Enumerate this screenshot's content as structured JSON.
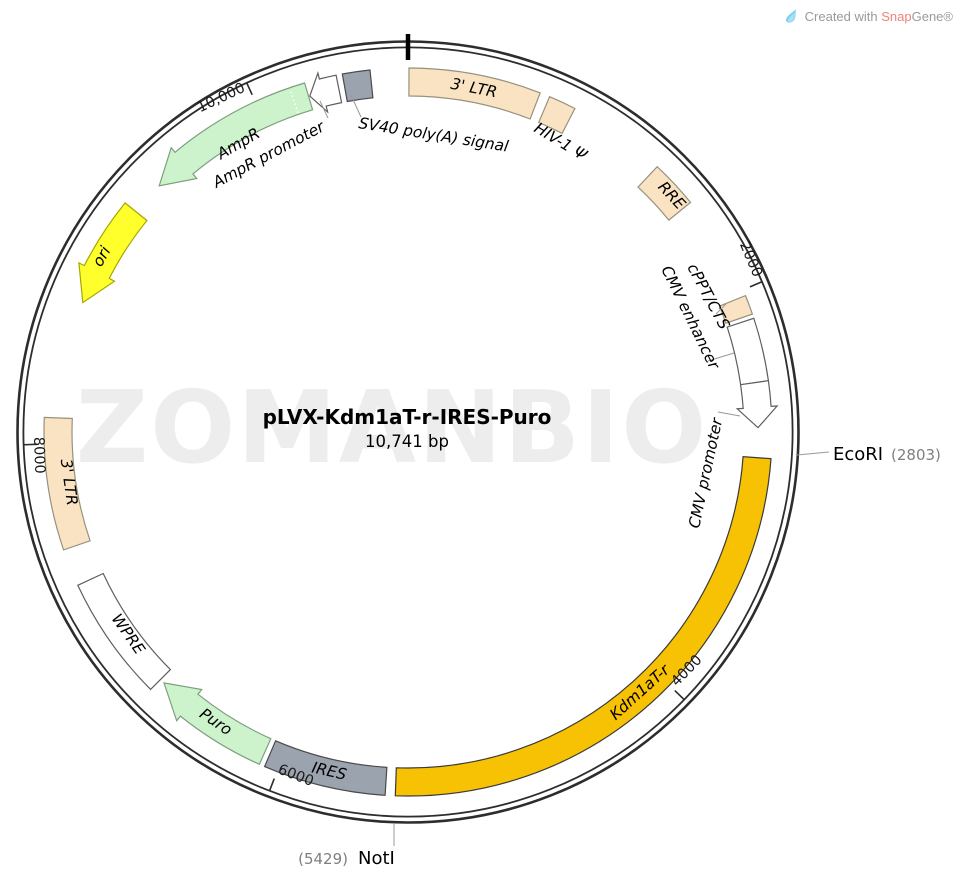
{
  "credit": {
    "prefix": "Created with ",
    "brand_a": "Snap",
    "brand_b": "Gene®"
  },
  "watermark": "ZOMANBIO",
  "title": {
    "name": "pLVX-Kdm1aT-r-IRES-Puro",
    "size": "10,741 bp"
  },
  "features": [
    {
      "label": "3' LTR",
      "shape": "box",
      "direction": "none",
      "start_deg": 0.15,
      "end_deg": 21.3,
      "fill": "#FAE3C3",
      "stroke": "#97917E"
    },
    {
      "label": "HIV-1 Ψ",
      "shape": "box",
      "direction": "none",
      "start_deg": 22.9,
      "end_deg": 27.3,
      "fill": "#FAE3C3",
      "stroke": "#97917E"
    },
    {
      "label": "RRE",
      "shape": "box",
      "direction": "none",
      "start_deg": 43.2,
      "end_deg": 50.9,
      "fill": "#FAE3C3",
      "stroke": "#97917E"
    },
    {
      "label": "cPPT/CTS",
      "shape": "box",
      "direction": "none",
      "start_deg": 68.0,
      "end_deg": 71.1,
      "fill": "#FAE3C3",
      "stroke": "#97917E"
    },
    {
      "label": "CMV enhancer",
      "shape": "box",
      "direction": "none",
      "start_deg": 71.8,
      "end_deg": 81.9,
      "fill": "#FFFFFF",
      "stroke": "#5E5E5E"
    },
    {
      "label": "CMV promoter",
      "shape": "arrow",
      "direction": "cw",
      "start_deg": 81.9,
      "end_deg": 89.3,
      "fill": "#FFFFFF",
      "stroke": "#5E5E5E"
    },
    {
      "label": "Kdm1aT-r",
      "shape": "box",
      "direction": "cw",
      "start_deg": 94.2,
      "end_deg": 182.0,
      "fill": "#F7C104",
      "stroke": "#3A3A3A"
    },
    {
      "label": "IRES",
      "shape": "box",
      "direction": "none",
      "start_deg": 183.6,
      "end_deg": 203.2,
      "fill": "#9BA3AE",
      "stroke": "#4A4A4A"
    },
    {
      "label": "Puro",
      "shape": "arrow",
      "direction": "cw",
      "start_deg": 204.1,
      "end_deg": 224.2,
      "fill": "#CDF3CC",
      "stroke": "#7E9E7E"
    },
    {
      "label": "WPRE",
      "shape": "box",
      "direction": "none",
      "start_deg": 225.0,
      "end_deg": 245.1,
      "fill": "#FFFFFF",
      "stroke": "#5E5E5E"
    },
    {
      "label": "3' LTR",
      "shape": "box",
      "direction": "none",
      "start_deg": 251.1,
      "end_deg": 272.3,
      "fill": "#FAE3C3",
      "stroke": "#97917E"
    },
    {
      "label": "ori",
      "shape": "arrow",
      "direction": "ccw",
      "start_deg": 291.7,
      "end_deg": 309.0,
      "fill": "#FFFF2B",
      "stroke": "#A6A600"
    },
    {
      "label": "AmpR",
      "shape": "arrow",
      "direction": "ccw",
      "start_deg": 314.7,
      "end_deg": 343.5,
      "fill": "#CDF3CC",
      "stroke": "#7E9E7E"
    },
    {
      "label": "AmpR promoter",
      "shape": "arrow",
      "direction": "ccw",
      "start_deg": 343.7,
      "end_deg": 348.6,
      "fill": "#FFFFFF",
      "stroke": "#5E5E5E"
    },
    {
      "label": "SV40 poly(A) signal",
      "shape": "box",
      "direction": "none",
      "start_deg": 349.6,
      "end_deg": 354.0,
      "fill": "#9BA3AE",
      "stroke": "#4A4A4A"
    }
  ],
  "decorations": {
    "ampr_signal_boundary_deg": 341.0
  },
  "ticks": [
    {
      "label": "2000",
      "deg": 67.0
    },
    {
      "label": "4000",
      "deg": 134.1
    },
    {
      "label": "6000",
      "deg": 201.1
    },
    {
      "label": "8000",
      "deg": 268.1
    },
    {
      "label": "10,000",
      "deg": 335.2
    }
  ],
  "sites": [
    {
      "name": "EcoRI",
      "position": "(2803)"
    },
    {
      "name": "NotI",
      "position": "(5429)"
    }
  ]
}
